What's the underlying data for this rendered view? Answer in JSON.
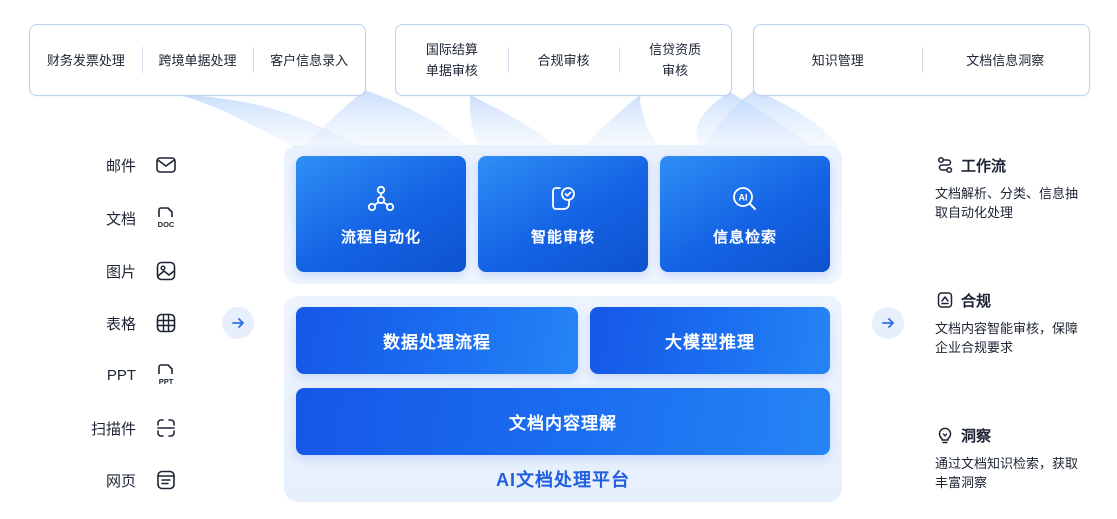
{
  "scenarios": {
    "group1": [
      "财务发票处理",
      "跨境单据处理",
      "客户信息录入"
    ],
    "group2": [
      [
        "国际结算",
        "单据审核"
      ],
      [
        "合规审核"
      ],
      [
        "信贷资质",
        "审核"
      ]
    ],
    "group3": [
      "知识管理",
      "文档信息洞察"
    ]
  },
  "inputs": [
    {
      "label": "邮件",
      "icon": "mail-icon"
    },
    {
      "label": "文档",
      "icon": "doc-file-icon",
      "tag": "DOC"
    },
    {
      "label": "图片",
      "icon": "image-icon"
    },
    {
      "label": "表格",
      "icon": "table-icon"
    },
    {
      "label": "PPT",
      "icon": "ppt-file-icon",
      "tag": "PPT"
    },
    {
      "label": "扫描件",
      "icon": "scan-icon"
    },
    {
      "label": "网页",
      "icon": "webpage-icon"
    }
  ],
  "platform": {
    "capabilities": [
      {
        "label": "流程自动化",
        "icon": "workflow-icon"
      },
      {
        "label": "智能审核",
        "icon": "review-icon"
      },
      {
        "label": "信息检索",
        "icon": "ai-search-icon"
      }
    ],
    "layers": {
      "processing": "数据处理流程",
      "model": "大模型推理",
      "understanding": "文档内容理解"
    },
    "name": "AI文档处理平台"
  },
  "outputs": [
    {
      "title": "工作流",
      "desc": "文档解析、分类、信息抽取自动化处理",
      "icon": "workflow-icon"
    },
    {
      "title": "合规",
      "desc": "文档内容智能审核，保障企业合规要求",
      "icon": "compliance-icon"
    },
    {
      "title": "洞察",
      "desc": "通过文档知识检索，获取丰富洞察",
      "icon": "lightbulb-icon"
    }
  ],
  "colors": {
    "primary": "#1463e4",
    "accent_light": "#e7effc",
    "title_blue": "#1f5fe0",
    "border": "#bcd0ef"
  }
}
